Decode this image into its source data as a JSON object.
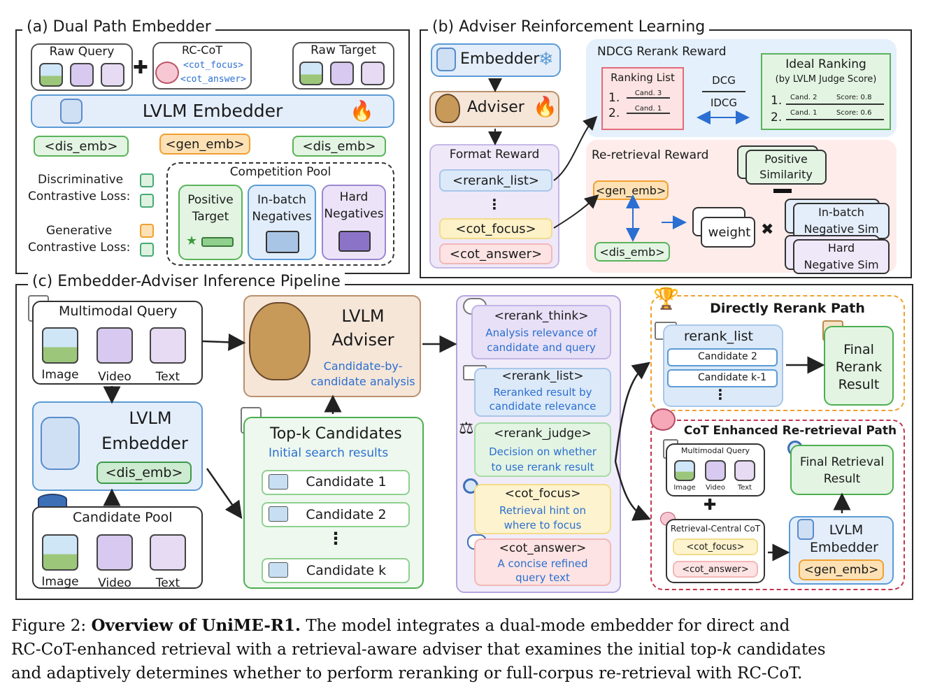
{
  "panels": {
    "a": "(a) Dual Path Embedder",
    "b": "(b) Adviser Reinforcement Learning",
    "c": "(c) Embedder-Adviser Inference Pipeline"
  },
  "a": {
    "raw_query": "Raw Query",
    "rc_cot": "RC-CoT",
    "cot_focus": "<cot_focus>",
    "cot_answer": "<cot_answer>",
    "raw_target": "Raw Target",
    "embedder": "LVLM Embedder",
    "dis_emb_left": "<dis_emb>",
    "gen_emb": "<gen_emb>",
    "dis_emb_right": "<dis_emb>",
    "disc_loss_1": "Discriminative",
    "disc_loss_2": "Contrastive Loss:",
    "gen_loss_1": "Generative",
    "gen_loss_2": "Contrastive Loss:",
    "pool_title": "Competition Pool",
    "pos_1": "Positive",
    "pos_2": "Target",
    "inb_1": "In-batch",
    "inb_2": "Negatives",
    "hard_1": "Hard",
    "hard_2": "Negatives"
  },
  "b": {
    "embedder": "Embedder",
    "adviser": "Adviser",
    "format_reward": "Format Reward",
    "rerank_list": "<rerank_list>",
    "dots": "⋮",
    "cot_focus": "<cot_focus>",
    "cot_answer": "<cot_answer>",
    "ndcg_title": "NDCG Rerank Reward",
    "ranking_list": "Ranking List",
    "rl_row1_num": "1.",
    "rl_row1": "Cand. 3",
    "rl_row2_num": "2.",
    "rl_row2": "Cand. 1",
    "dcg": "DCG",
    "idcg": "IDCG",
    "ideal_title": "Ideal Ranking",
    "ideal_sub": "(by LVLM Judge Score)",
    "ideal_r1_num": "1.",
    "ideal_r1_cand": "Cand. 2",
    "ideal_r1_score": "Score: 0.8",
    "ideal_r2_num": "2.",
    "ideal_r2_cand": "Cand. 1",
    "ideal_r2_score": "Score: 0.6",
    "reret_title": "Re-retrieval Reward",
    "gen_emb": "<gen_emb>",
    "dis_emb": "<dis_emb>",
    "pos_sim_1": "Positive",
    "pos_sim_2": "Similarity",
    "minus": "▬",
    "weight": "weight",
    "times": "✖",
    "inb_1": "In-batch",
    "inb_2": "Negative Sim",
    "hard_1": "Hard",
    "hard_2": "Negative Sim"
  },
  "c": {
    "mm_query": "Multimodal Query",
    "image": "Image",
    "video": "Video",
    "text": "Text",
    "embedder_1": "LVLM",
    "embedder_2": "Embedder",
    "dis_emb": "<dis_emb>",
    "cand_pool": "Candidate Pool",
    "adviser_1": "LVLM",
    "adviser_2": "Adviser",
    "adviser_sub_1": "Candidate-by-",
    "adviser_sub_2": "candidate analysis",
    "topk_title": "Top-k Candidates",
    "topk_sub": "Initial search results",
    "cand_1": "Candidate 1",
    "cand_2": "Candidate 2",
    "cand_dots": "⋮",
    "cand_k": "Candidate k",
    "think_tag": "<rerank_think>",
    "think_1": "Analysis relevance of",
    "think_2": "candidate and query",
    "list_tag": "<rerank_list>",
    "list_1": "Reranked result by",
    "list_2": "candidate relevance",
    "judge_tag": "<rerank_judge>",
    "judge_1": "Decision on whether",
    "judge_2": "to use rerank result",
    "focus_tag": "<cot_focus>",
    "focus_1": "Retrieval hint on",
    "focus_2": "where to focus",
    "answer_tag": "<cot_answer>",
    "answer_1": "A concise refined",
    "answer_2": "query text",
    "direct_title": "Directly Rerank Path",
    "rerank_list": "rerank_list",
    "dr_cand_1": "Candidate 2",
    "dr_cand_2": "Candidate k-1",
    "dr_dots": "⋮",
    "final_rerank_1": "Final",
    "final_rerank_2": "Rerank",
    "final_rerank_3": "Result",
    "cot_title": "CoT Enhanced Re-retrieval Path",
    "small_query": "Multimodal Query",
    "small_image": "Image",
    "small_video": "Video",
    "small_text": "Text",
    "plus": "✚",
    "rc_cot": "Retrieval-Central CoT",
    "rc_focus": "<cot_focus>",
    "rc_answer": "<cot_answer>",
    "final_ret_1": "Final Retrieval",
    "final_ret_2": "Result",
    "emb_1": "LVLM",
    "emb_2": "Embedder",
    "gen_emb": "<gen_emb>"
  },
  "caption": {
    "lead": "Figure 2: ",
    "bold": "Overview of UniME-R1.",
    "line1_rest": " The model integrates a dual-mode embedder for direct and",
    "line2a": "RC-CoT-enhanced retrieval with a retrieval-aware adviser that examines the initial top-",
    "line2k": "k",
    "line2b": " candidates",
    "line3": "and adaptively determines whether to perform reranking or full-corpus re-retrieval with RC-CoT."
  },
  "icons": [
    "image-icon",
    "video-icon",
    "text-icon",
    "robot-icon",
    "fire-icon",
    "owl-icon",
    "snowflake-icon",
    "document-icon",
    "database-icon",
    "trophy-icon",
    "brain-icon",
    "magnifier-icon",
    "scales-icon",
    "list-icon",
    "cloud-icon",
    "speech-icon",
    "certificate-icon"
  ],
  "colors": {
    "blue_fill": "#e4eefb",
    "blue_border": "#5b9bd5",
    "green_fill": "#e3f4e3",
    "green_border": "#4caf50",
    "orange_fill": "#fde8c8",
    "orange_border": "#f0a030",
    "purple_fill": "#efe8f8",
    "purple_border": "#9b87d0",
    "pink_fill": "#fde3e3",
    "pink_border": "#e26b7a",
    "tan_fill": "#f6e6d8",
    "tan_border": "#b9906c",
    "accent_blue": "#2a6fd1"
  }
}
